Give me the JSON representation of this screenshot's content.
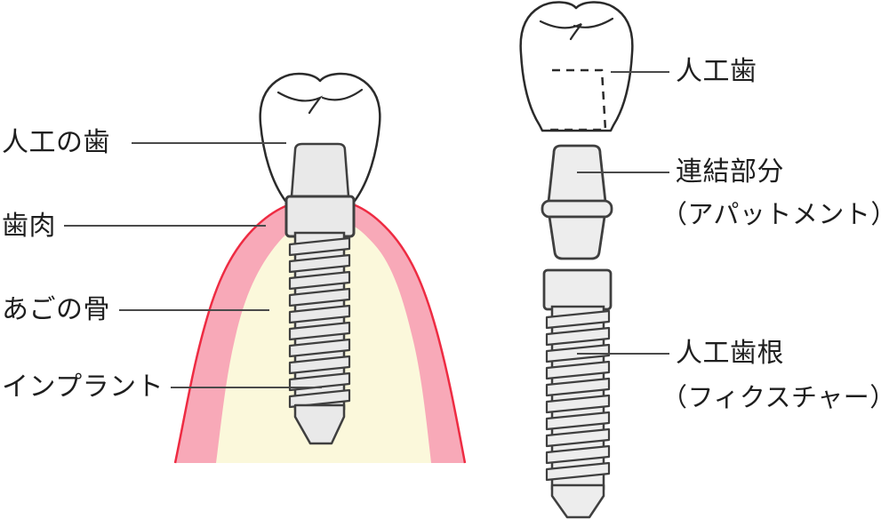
{
  "left_diagram": {
    "description": "dental implant installed in gum and jawbone",
    "labels": {
      "artificial_tooth": "人工の歯",
      "gum": "歯肉",
      "jawbone": "あごの骨",
      "implant": "インプラント"
    }
  },
  "right_diagram": {
    "description": "exploded view of implant components",
    "labels": {
      "artificial_tooth": "人工歯",
      "abutment_line1": "連結部分",
      "abutment_line2": "（アパットメント）",
      "fixture_line1": "人工歯根",
      "fixture_line2": "（フィクスチャー）"
    }
  },
  "colors": {
    "gum_pink": "#f8a9b8",
    "gum_outline_red": "#ee2b42",
    "bone_cream": "#fbf8db",
    "implant_gray": "#e9e9e9",
    "outline_dark": "#3f3f3f",
    "tooth_outline": "#2b2b2b",
    "leader_line": "#4a4a4a",
    "text": "#1e1e1e"
  }
}
